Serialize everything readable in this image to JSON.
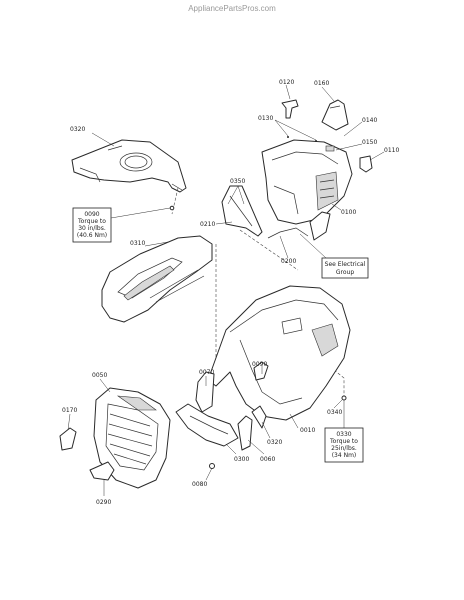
{
  "watermark": "AppliancePartsPros.com",
  "labels": {
    "p0010": "0010",
    "p0050": "0050",
    "p0060": "0060",
    "p0070": "0070",
    "p0080": "0080",
    "p0090": "0090",
    "p0100": "0100",
    "p0110": "0110",
    "p0120": "0120",
    "p0130": "0130",
    "p0140": "0140",
    "p0150": "0150",
    "p0160": "0160",
    "p0170": "0170",
    "p0200": "0200",
    "p0210": "0210",
    "p0290": "0290",
    "p0300": "0300",
    "p0310": "0310",
    "p0320a": "0320",
    "p0320b": "0320",
    "p0330": "0330",
    "p0340": "0340",
    "p0350": "0350",
    "p0360": "0360"
  },
  "notes": {
    "torque1": {
      "part": "0090",
      "line1": "Torque to",
      "line2": "30 in/lbs.",
      "line3": "(40.6 Nm)"
    },
    "electrical": {
      "line1": "See Electrical",
      "line2": "Group"
    },
    "torque2": {
      "part": "0330",
      "line1": "Torque to",
      "line2": "25in/lbs.",
      "line3": "(34 Nm)"
    }
  }
}
